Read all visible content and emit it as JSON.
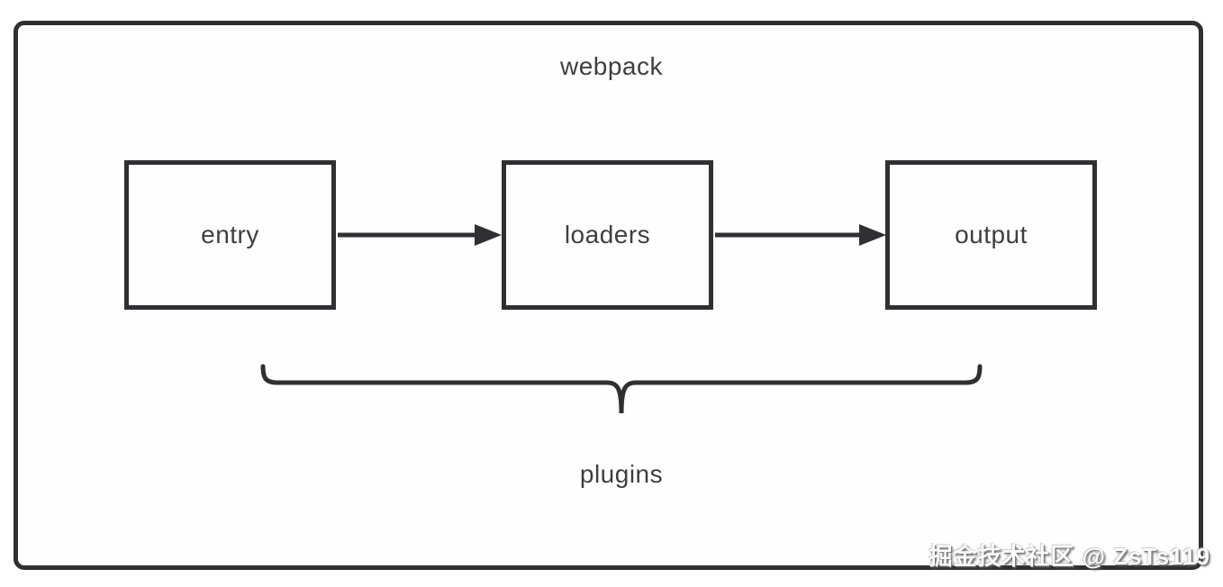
{
  "diagram": {
    "title": "webpack",
    "nodes": [
      {
        "id": "entry",
        "label": "entry"
      },
      {
        "id": "loaders",
        "label": "loaders"
      },
      {
        "id": "output",
        "label": "output"
      }
    ],
    "edges": [
      {
        "from": "entry",
        "to": "loaders",
        "style": "arrow-right"
      },
      {
        "from": "loaders",
        "to": "output",
        "style": "arrow-right"
      }
    ],
    "brace": {
      "label": "plugins",
      "spans": [
        "entry",
        "loaders",
        "output"
      ],
      "shape": "bottom-curly-bracket"
    },
    "colors": {
      "line": "#2e3033",
      "text": "#3d3f42",
      "background": "#ffffff"
    }
  },
  "watermark": {
    "text": "掘金技术社区 @ ZsTs119"
  }
}
